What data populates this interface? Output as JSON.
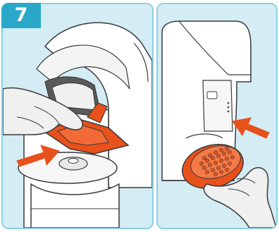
{
  "step": {
    "number": "7"
  },
  "colors": {
    "panel_bg": "#d4ecf4",
    "panel_border": "#8fcfe0",
    "badge": "#29a8c9",
    "accent": "#e8501c",
    "outline": "#3a3a3a",
    "skin": "#f0f0f0"
  },
  "panels": [
    {
      "id": "left",
      "depicts": "lift-out-disc-holder"
    },
    {
      "id": "right",
      "depicts": "insert-shower-disc"
    }
  ]
}
